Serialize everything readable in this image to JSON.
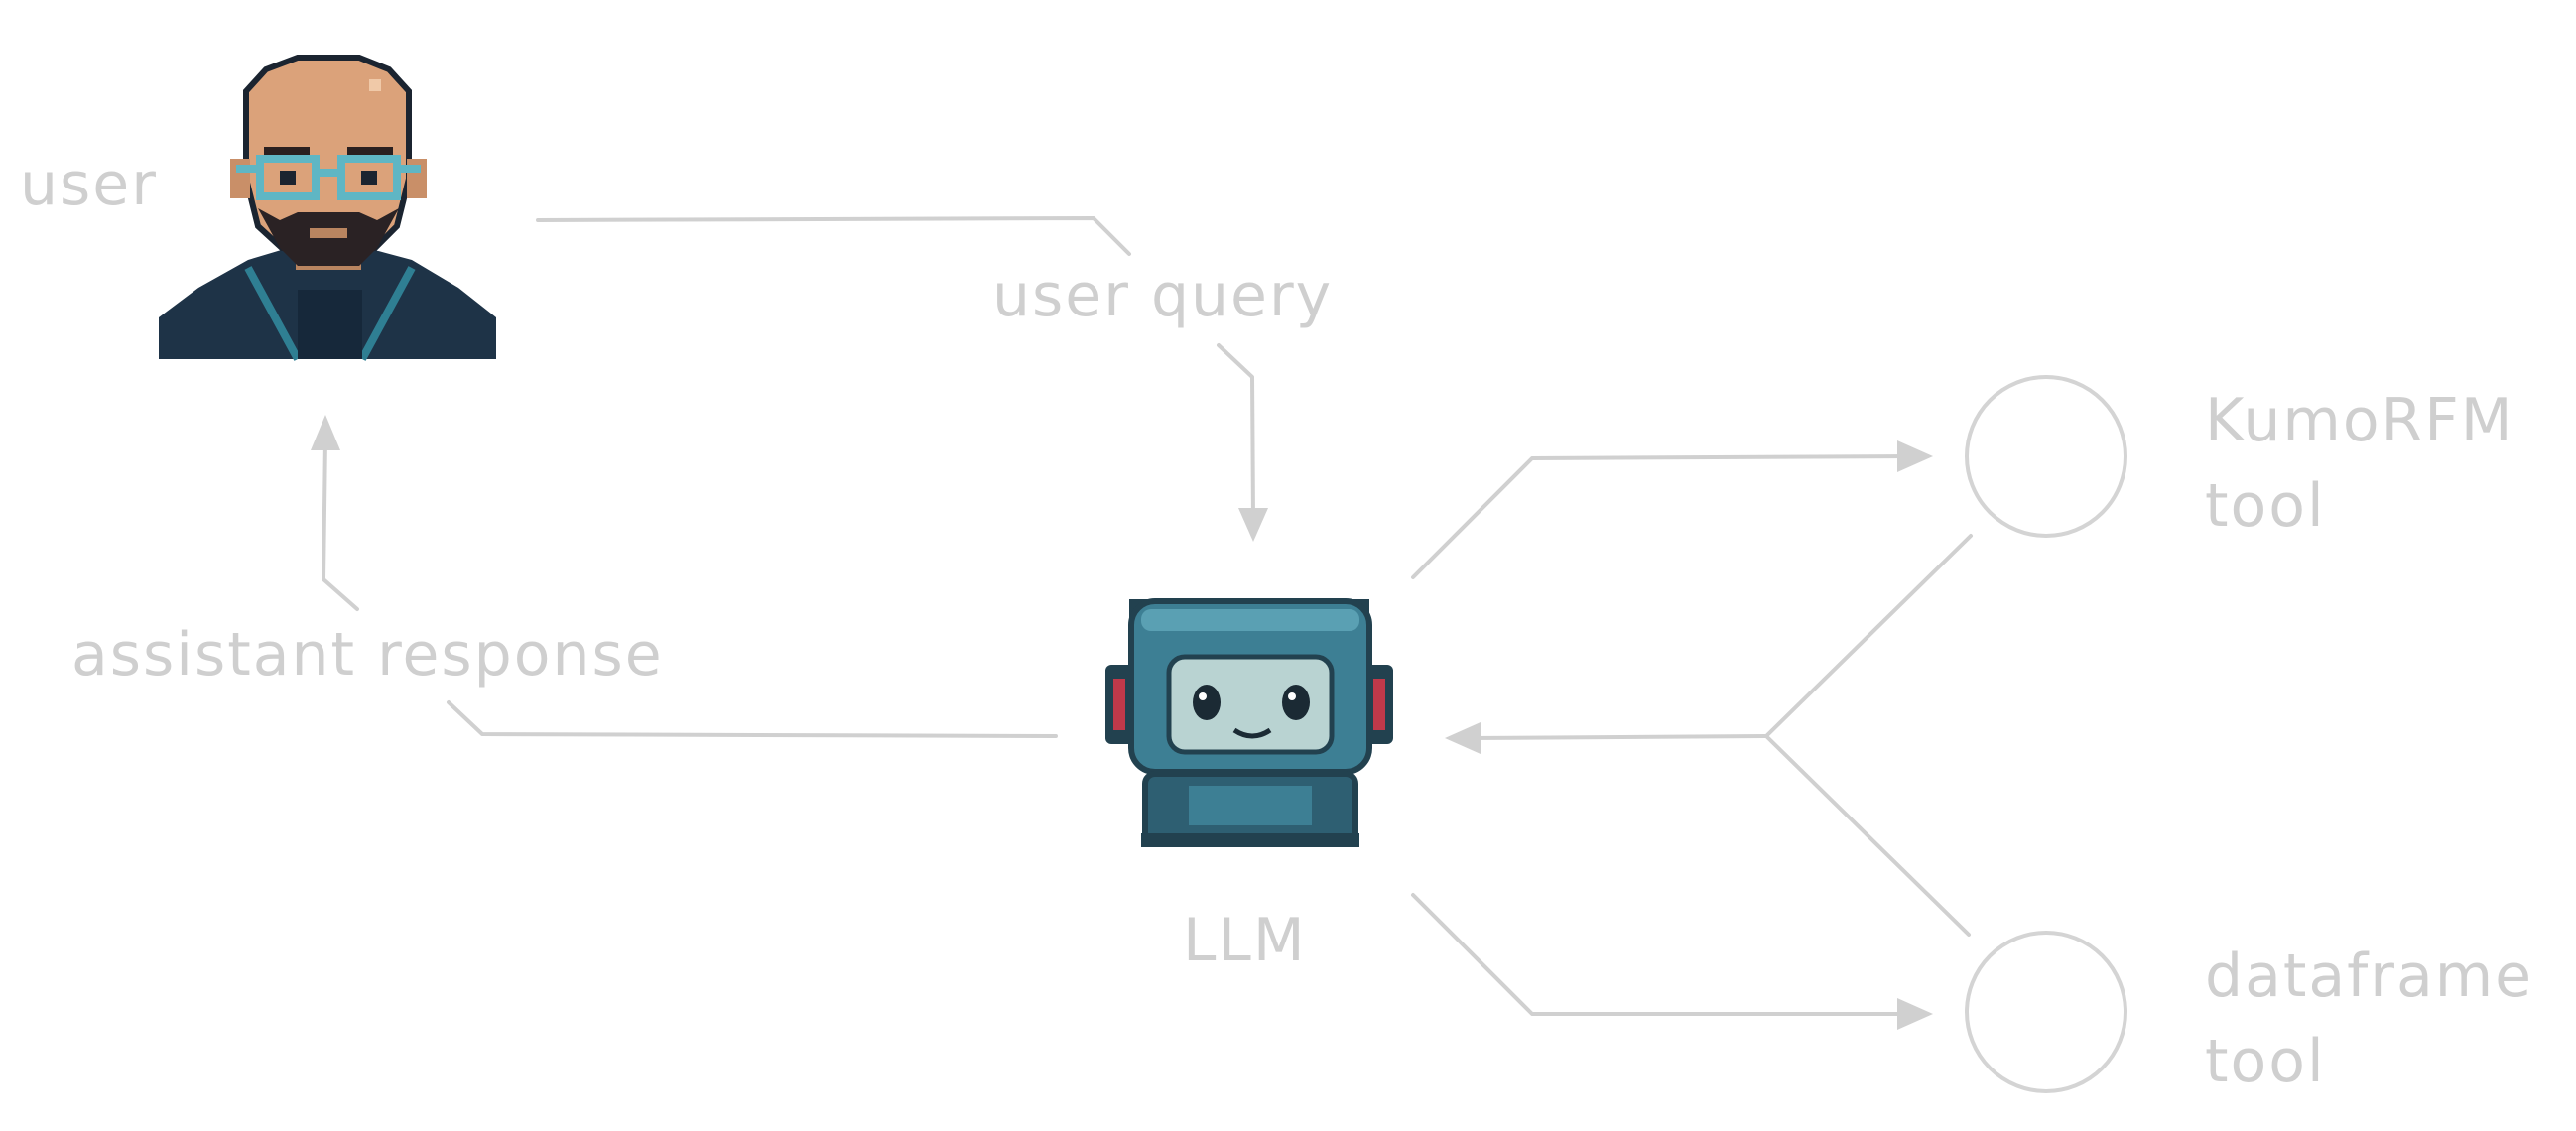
{
  "nodes": {
    "user": {
      "label": "user",
      "icon": "user-avatar-icon"
    },
    "llm": {
      "label": "LLM",
      "icon": "robot-icon"
    },
    "kumorfm_tool": {
      "label_line1": "KumoRFM",
      "label_line2": "tool"
    },
    "dataframe_tool": {
      "label_line1": "dataframe",
      "label_line2": "tool"
    }
  },
  "edges": {
    "user_query": {
      "label": "user query"
    },
    "assistant_response": {
      "label": "assistant response"
    }
  },
  "colors": {
    "line": "#d0d0d0",
    "label": "#cfcfcf",
    "robot_body": "#3d7f94",
    "robot_face": "#b9d3d2",
    "robot_dark": "#22414f",
    "robot_ear": "#c0394a",
    "user_skin": "#dba27a",
    "user_jacket": "#1e3347",
    "user_glasses": "#5fb6c4"
  }
}
